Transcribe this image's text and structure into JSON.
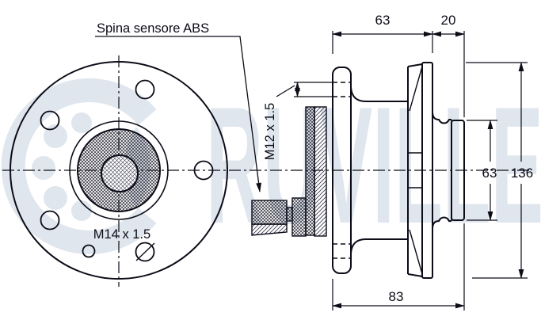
{
  "labels": {
    "abs_sensor": "Spina sensore ABS",
    "hub_nut_thread": "M14 x 1.5",
    "wheel_stud_thread": "M12 x 1.5"
  },
  "dimensions": {
    "hub_length": "63",
    "cap_offset": "20",
    "cap_diameter": "63",
    "flange_diameter": "136",
    "overall_length": "83"
  },
  "watermark": {
    "text": "RUVILLE",
    "color": "#c7d2e0"
  },
  "colors": {
    "line": "#0c0c18",
    "background": "#ffffff"
  }
}
